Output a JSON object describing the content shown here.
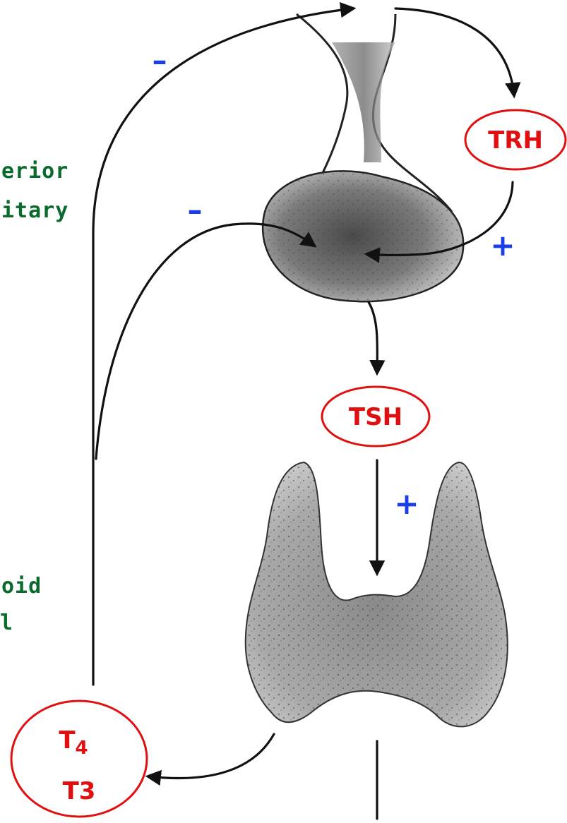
{
  "labels": {
    "anterior_pituitary_line1": "erior",
    "anterior_pituitary_line2": "itary",
    "thyroid_line1": "oid",
    "thyroid_line2": "l"
  },
  "hormones": {
    "trh": "TRH",
    "tsh": "TSH",
    "t4_base": "T",
    "t4_sub": "4",
    "t3": "T3"
  },
  "signs": {
    "hypothalamus_feedback": "–",
    "pituitary_feedback": "–",
    "trh_stimulation": "+",
    "tsh_stimulation": "+"
  },
  "colors": {
    "label_green": "#0a6a2c",
    "hormone_red": "#e01010",
    "sign_blue": "#1a3ee8",
    "arrow_black": "#111111"
  }
}
